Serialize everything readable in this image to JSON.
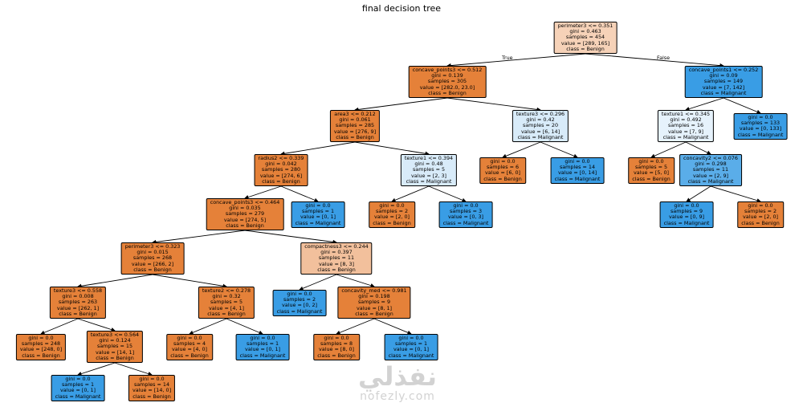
{
  "title": "final decision tree",
  "edge_labels": {
    "true_label": "True",
    "false_label": "False"
  },
  "watermark": {
    "arabic": "نفذلي",
    "latin": "nofezly.com"
  },
  "colors": {
    "benign_dark": "#e58139",
    "benign_light": "#f6d2b8",
    "benign_mid": "#f2c09c",
    "malignant_dark": "#399de5",
    "malignant_mid": "#5aade9",
    "malignant_light": "#d8ebf9",
    "malignant_pale": "#e6f2fc"
  },
  "nodes": [
    {
      "id": "n0",
      "lines": [
        "perimeter3 <= 0.351",
        "gini = 0.463",
        "samples = 454",
        "value = [289, 165]",
        "class = Benign"
      ],
      "fill": "benign_light"
    },
    {
      "id": "n1",
      "lines": [
        "concave_points3 <= 0.512",
        "gini = 0.139",
        "samples = 305",
        "value = [282.0, 23.0]",
        "class = Benign"
      ],
      "fill": "benign_dark"
    },
    {
      "id": "n2",
      "lines": [
        "concave_points1 <= 0.252",
        "gini = 0.09",
        "samples = 149",
        "value = [7, 142]",
        "class = Malignant"
      ],
      "fill": "malignant_dark"
    },
    {
      "id": "n3",
      "lines": [
        "area3 <= 0.212",
        "gini = 0.061",
        "samples = 285",
        "value = [276, 9]",
        "class = Benign"
      ],
      "fill": "benign_dark"
    },
    {
      "id": "n4",
      "lines": [
        "texture3 <= 0.296",
        "gini = 0.42",
        "samples = 20",
        "value = [6, 14]",
        "class = Malignant"
      ],
      "fill": "malignant_light"
    },
    {
      "id": "n5",
      "lines": [
        "texture1 <= 0.345",
        "gini = 0.492",
        "samples = 16",
        "value = [7, 9]",
        "class = Malignant"
      ],
      "fill": "malignant_pale"
    },
    {
      "id": "n6",
      "lines": [
        "gini = 0.0",
        "samples = 133",
        "value = [0, 133]",
        "class = Malignant"
      ],
      "fill": "malignant_dark"
    },
    {
      "id": "n7",
      "lines": [
        "radius2 <= 0.339",
        "gini = 0.042",
        "samples = 280",
        "value = [274, 6]",
        "class = Benign"
      ],
      "fill": "benign_dark"
    },
    {
      "id": "n8",
      "lines": [
        "texture1 <= 0.394",
        "gini = 0.48",
        "samples = 5",
        "value = [2, 3]",
        "class = Malignant"
      ],
      "fill": "malignant_light"
    },
    {
      "id": "n9",
      "lines": [
        "gini = 0.0",
        "samples = 6",
        "value = [6, 0]",
        "class = Benign"
      ],
      "fill": "benign_dark"
    },
    {
      "id": "n10",
      "lines": [
        "gini = 0.0",
        "samples = 14",
        "value = [0, 14]",
        "class = Malignant"
      ],
      "fill": "malignant_dark"
    },
    {
      "id": "n11",
      "lines": [
        "gini = 0.0",
        "samples = 5",
        "value = [5, 0]",
        "class = Benign"
      ],
      "fill": "benign_dark"
    },
    {
      "id": "n12",
      "lines": [
        "concavity2 <= 0.076",
        "gini = 0.298",
        "samples = 11",
        "value = [2, 9]",
        "class = Malignant"
      ],
      "fill": "malignant_mid"
    },
    {
      "id": "n13",
      "lines": [
        "concave_points3 <= 0.464",
        "gini = 0.035",
        "samples = 279",
        "value = [274, 5]",
        "class = Benign"
      ],
      "fill": "benign_dark"
    },
    {
      "id": "n14",
      "lines": [
        "gini = 0.0",
        "samples = 1",
        "value = [0, 1]",
        "class = Malignant"
      ],
      "fill": "malignant_dark"
    },
    {
      "id": "n15",
      "lines": [
        "gini = 0.0",
        "samples = 2",
        "value = [2, 0]",
        "class = Benign"
      ],
      "fill": "benign_dark"
    },
    {
      "id": "n16",
      "lines": [
        "gini = 0.0",
        "samples = 3",
        "value = [0, 3]",
        "class = Malignant"
      ],
      "fill": "malignant_dark"
    },
    {
      "id": "n17",
      "lines": [
        "gini = 0.0",
        "samples = 9",
        "value = [0, 9]",
        "class = Malignant"
      ],
      "fill": "malignant_dark"
    },
    {
      "id": "n18",
      "lines": [
        "gini = 0.0",
        "samples = 2",
        "value = [2, 0]",
        "class = Benign"
      ],
      "fill": "benign_dark"
    },
    {
      "id": "n19",
      "lines": [
        "perimeter3 <= 0.323",
        "gini = 0.015",
        "samples = 268",
        "value = [266, 2]",
        "class = Benign"
      ],
      "fill": "benign_dark"
    },
    {
      "id": "n20",
      "lines": [
        "compactness3 <= 0.244",
        "gini = 0.397",
        "samples = 11",
        "value = [8, 3]",
        "class = Benign"
      ],
      "fill": "benign_mid"
    },
    {
      "id": "n21",
      "lines": [
        "texture3 <= 0.558",
        "gini = 0.008",
        "samples = 263",
        "value = [262, 1]",
        "class = Benign"
      ],
      "fill": "benign_dark"
    },
    {
      "id": "n22",
      "lines": [
        "texture2 <= 0.278",
        "gini = 0.32",
        "samples = 5",
        "value = [4, 1]",
        "class = Benign"
      ],
      "fill": "benign_dark"
    },
    {
      "id": "n23",
      "lines": [
        "gini = 0.0",
        "samples = 2",
        "value = [0, 2]",
        "class = Malignant"
      ],
      "fill": "malignant_dark"
    },
    {
      "id": "n24",
      "lines": [
        "concavity_med <= 0.981",
        "gini = 0.198",
        "samples = 9",
        "value = [8, 1]",
        "class = Benign"
      ],
      "fill": "benign_dark"
    },
    {
      "id": "n25",
      "lines": [
        "gini = 0.0",
        "samples = 248",
        "value = [248, 0]",
        "class = Benign"
      ],
      "fill": "benign_dark"
    },
    {
      "id": "n26",
      "lines": [
        "texture3 <= 0.564",
        "gini = 0.124",
        "samples = 15",
        "value = [14, 1]",
        "class = Benign"
      ],
      "fill": "benign_dark"
    },
    {
      "id": "n27",
      "lines": [
        "gini = 0.0",
        "samples = 4",
        "value = [4, 0]",
        "class = Benign"
      ],
      "fill": "benign_dark"
    },
    {
      "id": "n28",
      "lines": [
        "gini = 0.0",
        "samples = 1",
        "value = [0, 1]",
        "class = Malignant"
      ],
      "fill": "malignant_dark"
    },
    {
      "id": "n29",
      "lines": [
        "gini = 0.0",
        "samples = 8",
        "value = [8, 0]",
        "class = Benign"
      ],
      "fill": "benign_dark"
    },
    {
      "id": "n30",
      "lines": [
        "gini = 0.0",
        "samples = 1",
        "value = [0, 1]",
        "class = Malignant"
      ],
      "fill": "malignant_dark"
    },
    {
      "id": "n31",
      "lines": [
        "gini = 0.0",
        "samples = 1",
        "value = [0, 1]",
        "class = Malignant"
      ],
      "fill": "malignant_dark"
    },
    {
      "id": "n32",
      "lines": [
        "gini = 0.0",
        "samples = 14",
        "value = [14, 0]",
        "class = Benign"
      ],
      "fill": "benign_dark"
    }
  ],
  "edges": [
    [
      "n0",
      "n1"
    ],
    [
      "n0",
      "n2"
    ],
    [
      "n1",
      "n3"
    ],
    [
      "n1",
      "n4"
    ],
    [
      "n2",
      "n5"
    ],
    [
      "n2",
      "n6"
    ],
    [
      "n3",
      "n7"
    ],
    [
      "n3",
      "n8"
    ],
    [
      "n4",
      "n9"
    ],
    [
      "n4",
      "n10"
    ],
    [
      "n5",
      "n11"
    ],
    [
      "n5",
      "n12"
    ],
    [
      "n7",
      "n13"
    ],
    [
      "n7",
      "n14"
    ],
    [
      "n8",
      "n15"
    ],
    [
      "n8",
      "n16"
    ],
    [
      "n12",
      "n17"
    ],
    [
      "n12",
      "n18"
    ],
    [
      "n13",
      "n19"
    ],
    [
      "n13",
      "n20"
    ],
    [
      "n19",
      "n21"
    ],
    [
      "n19",
      "n22"
    ],
    [
      "n20",
      "n23"
    ],
    [
      "n20",
      "n24"
    ],
    [
      "n21",
      "n25"
    ],
    [
      "n21",
      "n26"
    ],
    [
      "n22",
      "n27"
    ],
    [
      "n22",
      "n28"
    ],
    [
      "n24",
      "n29"
    ],
    [
      "n24",
      "n30"
    ],
    [
      "n26",
      "n31"
    ],
    [
      "n26",
      "n32"
    ]
  ]
}
